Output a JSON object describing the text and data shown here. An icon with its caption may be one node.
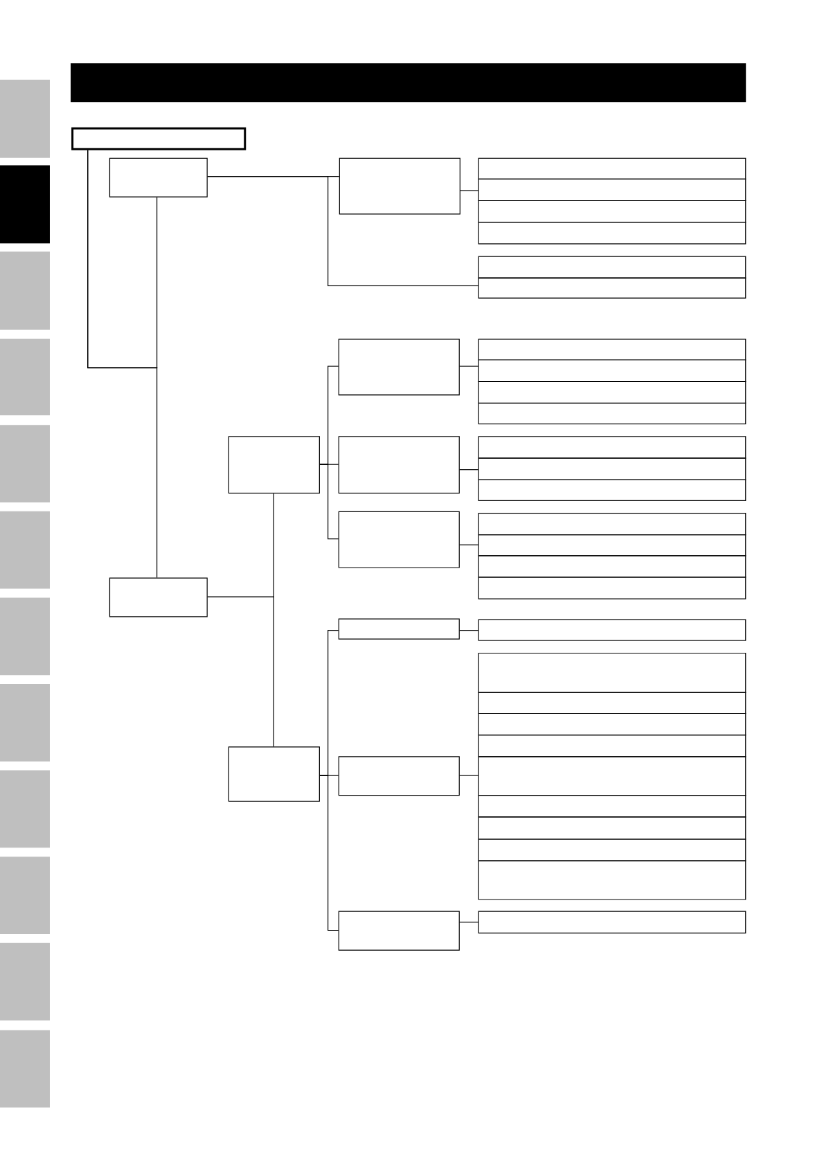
{
  "diagram": {
    "nodes": [
      {
        "text": [],
        "shape": "box"
      },
      {
        "text": [],
        "shape": "box"
      },
      {
        "text": [],
        "shape": "box"
      },
      {
        "text": [],
        "shape": "box"
      },
      {
        "text": [],
        "shape": "box"
      },
      {
        "text": [],
        "shape": "box"
      },
      {
        "text": [],
        "shape": "box"
      },
      {
        "text": [],
        "shape": "box"
      },
      {
        "text": [],
        "shape": "box"
      },
      {
        "text": [],
        "shape": "box"
      },
      {
        "text": [],
        "shape": "box"
      },
      {
        "text": [],
        "shape": "box"
      },
      {
        "text": [],
        "shape": "box"
      },
      {
        "text": [],
        "shape": "box"
      },
      {
        "text": [],
        "shape": "box"
      },
      {
        "text": [],
        "shape": "box"
      },
      {
        "text": [],
        "shape": "box"
      },
      {
        "text": [],
        "shape": "box"
      },
      {
        "text": [],
        "shape": "box"
      },
      {
        "text": [],
        "shape": "box"
      },
      {
        "text": [],
        "shape": "box"
      },
      {
        "text": [],
        "shape": "box"
      },
      {
        "text": [],
        "shape": "box"
      },
      {
        "text": [],
        "shape": "box"
      },
      {
        "text": [],
        "shape": "box"
      },
      {
        "text": [],
        "shape": "box"
      },
      {
        "text": [],
        "shape": "box"
      },
      {
        "text": [],
        "shape": "box"
      },
      {
        "text": [],
        "shape": "box"
      },
      {
        "text": [],
        "shape": "box"
      },
      {
        "text": [],
        "shape": "box"
      },
      {
        "text": [],
        "shape": "box"
      },
      {
        "text": [],
        "shape": "box"
      },
      {
        "text": [],
        "shape": "box"
      },
      {
        "text": [],
        "shape": "box"
      },
      {
        "text": [],
        "shape": "box"
      },
      {
        "text": [],
        "shape": "box"
      },
      {
        "text": [],
        "shape": "box"
      },
      {
        "text": [],
        "shape": "box"
      },
      {
        "text": [],
        "shape": "box"
      }
    ],
    "edges": [
      {
        "from": 0,
        "to": 1,
        "arrow": "none"
      },
      {
        "from": 0,
        "to": 9,
        "arrow": "none"
      },
      {
        "from": 1,
        "to": 2,
        "arrow": "none"
      },
      {
        "from": 1,
        "to": 8,
        "arrow": "none"
      },
      {
        "from": 2,
        "to": 4,
        "arrow": "none"
      },
      {
        "from": 9,
        "to": 10,
        "arrow": "none"
      },
      {
        "from": 9,
        "to": 25,
        "arrow": "none"
      },
      {
        "from": 10,
        "to": 11,
        "arrow": "none"
      },
      {
        "from": 10,
        "to": 16,
        "arrow": "none"
      },
      {
        "from": 10,
        "to": 20,
        "arrow": "none"
      },
      {
        "from": 11,
        "to": 13,
        "arrow": "none"
      },
      {
        "from": 16,
        "to": 18,
        "arrow": "none"
      },
      {
        "from": 20,
        "to": 22,
        "arrow": "none"
      },
      {
        "from": 25,
        "to": 26,
        "arrow": "none"
      },
      {
        "from": 25,
        "to": 28,
        "arrow": "none"
      },
      {
        "from": 25,
        "to": 38,
        "arrow": "none"
      },
      {
        "from": 26,
        "to": 27,
        "arrow": "none"
      },
      {
        "from": 28,
        "to": 33,
        "arrow": "none"
      },
      {
        "from": 38,
        "to": 39,
        "arrow": "none"
      }
    ]
  }
}
